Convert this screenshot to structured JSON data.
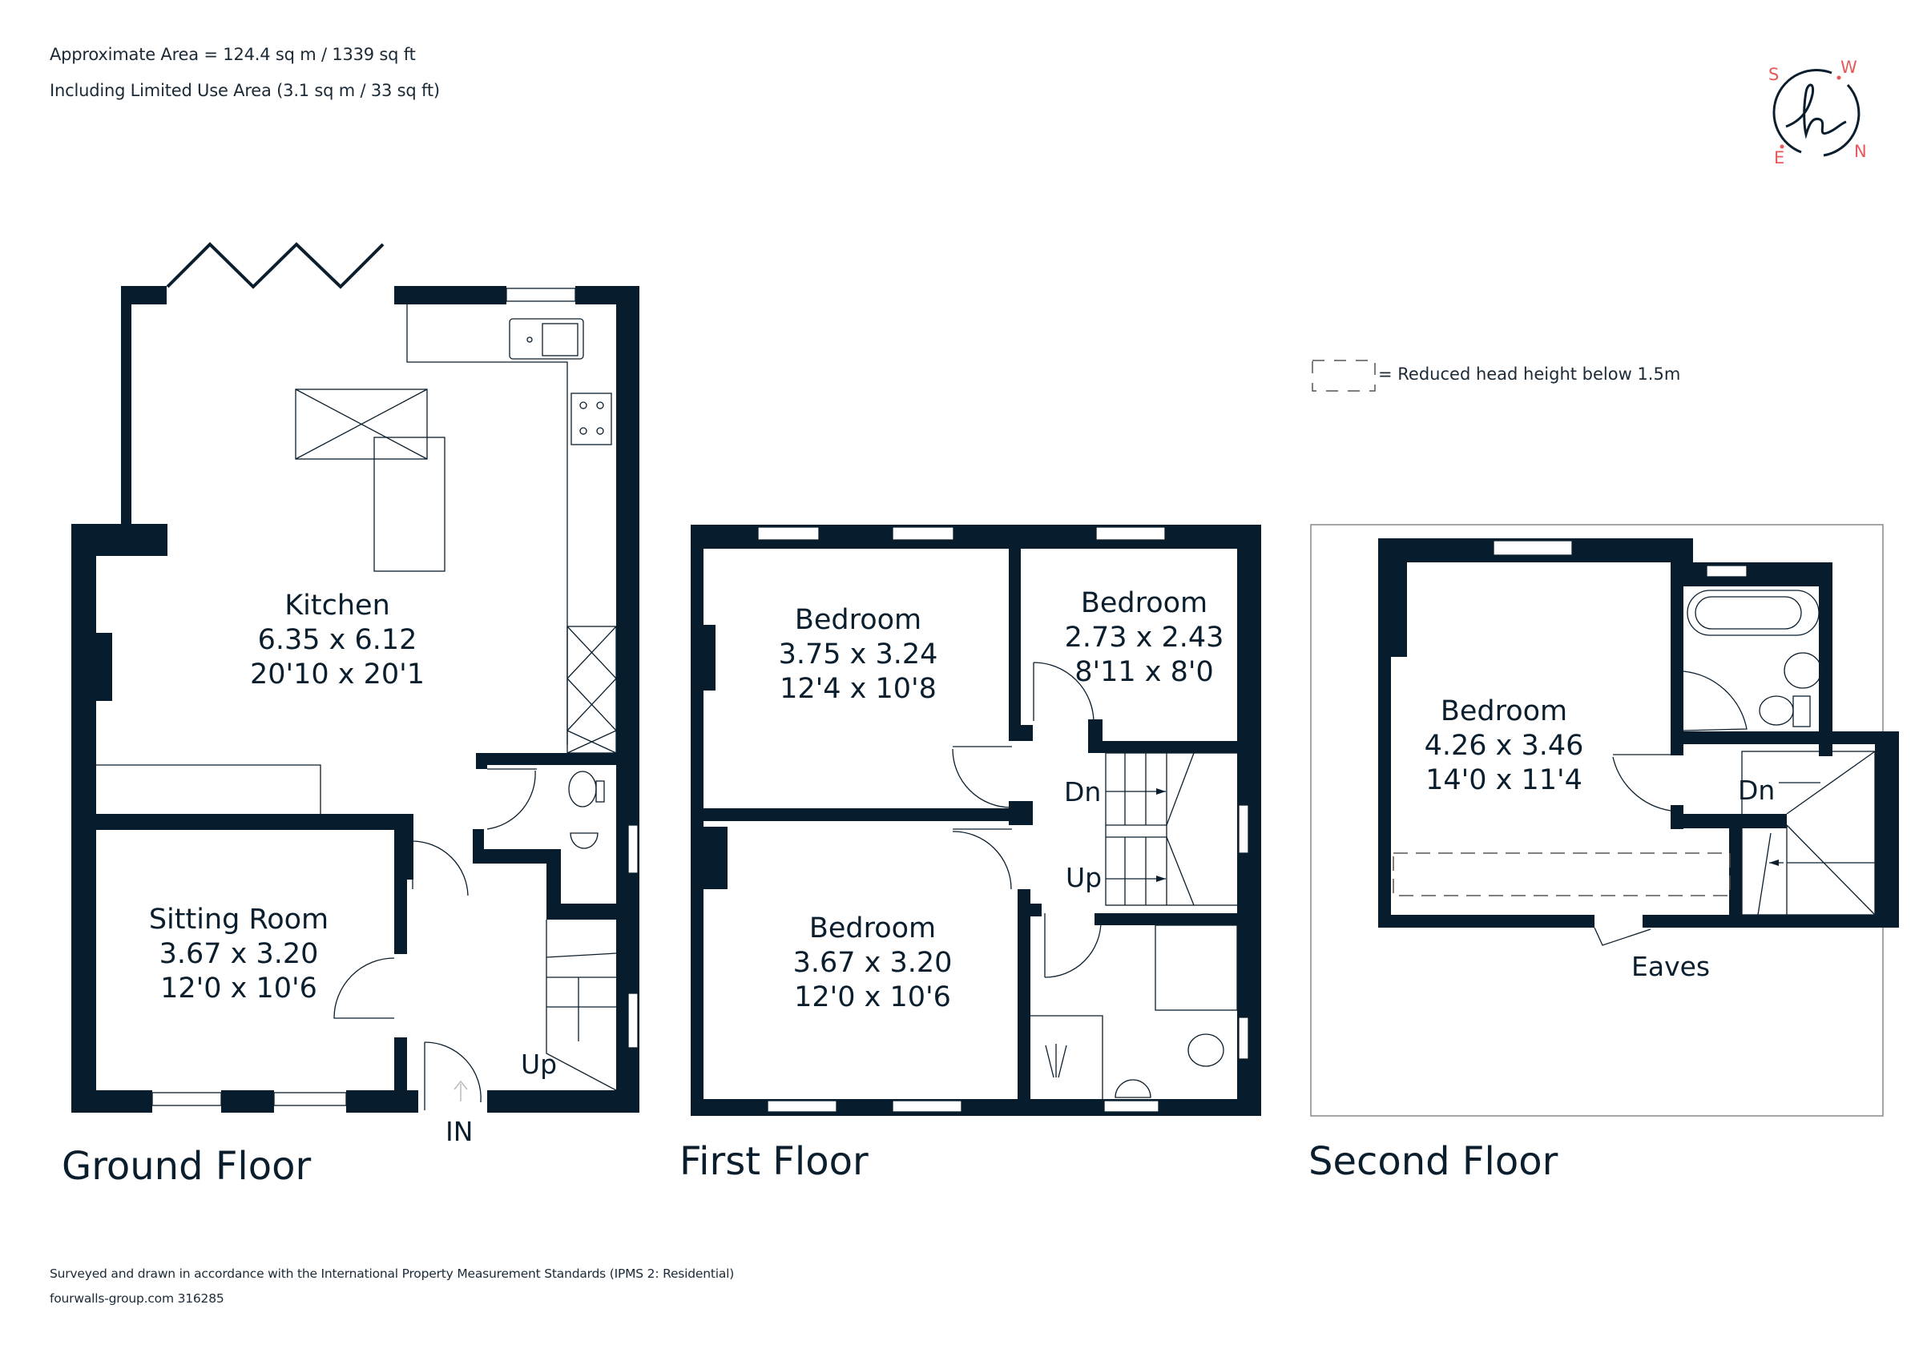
{
  "header": {
    "area_line": "Approximate Area = 124.4 sq m / 1339 sq ft",
    "limited_use_line": "Including Limited Use Area (3.1 sq m / 33 sq ft)"
  },
  "compass": {
    "letters": {
      "s": "S",
      "w": "W",
      "e": "E",
      "n": "N"
    },
    "logo_glyph": "h",
    "accent_color": "#e8585a",
    "ring_color": "#0b1e2d"
  },
  "legend": {
    "reduced_head_height": "= Reduced head height below 1.5m"
  },
  "floors": {
    "ground": {
      "title": "Ground Floor",
      "rooms": {
        "kitchen": {
          "name": "Kitchen",
          "metric": "6.35 x 6.12",
          "imperial": "20'10 x 20'1"
        },
        "sitting": {
          "name": "Sitting Room",
          "metric": "3.67 x 3.20",
          "imperial": "12'0 x 10'6"
        }
      },
      "labels": {
        "stairs_up": "Up",
        "entrance": "IN"
      }
    },
    "first": {
      "title": "First Floor",
      "rooms": {
        "bedroom1": {
          "name": "Bedroom",
          "metric": "3.75 x 3.24",
          "imperial": "12'4 x 10'8"
        },
        "bedroom2": {
          "name": "Bedroom",
          "metric": "2.73 x 2.43",
          "imperial": "8'11 x 8'0"
        },
        "bedroom3": {
          "name": "Bedroom",
          "metric": "3.67 x 3.20",
          "imperial": "12'0 x 10'6"
        }
      },
      "labels": {
        "stairs_down": "Dn",
        "stairs_up": "Up"
      }
    },
    "second": {
      "title": "Second Floor",
      "rooms": {
        "bedroom": {
          "name": "Bedroom",
          "metric": "4.26 x 3.46",
          "imperial": "14'0 x 11'4"
        }
      },
      "labels": {
        "stairs_down": "Dn",
        "eaves": "Eaves"
      }
    }
  },
  "footer": {
    "standards_line": "Surveyed and drawn in accordance with the International Property Measurement Standards (IPMS 2: Residential)",
    "reference_line": "fourwalls-group.com 316285"
  },
  "colors": {
    "wall": "#071d2e",
    "text": "#0b1e2d",
    "accent": "#e8585a"
  }
}
